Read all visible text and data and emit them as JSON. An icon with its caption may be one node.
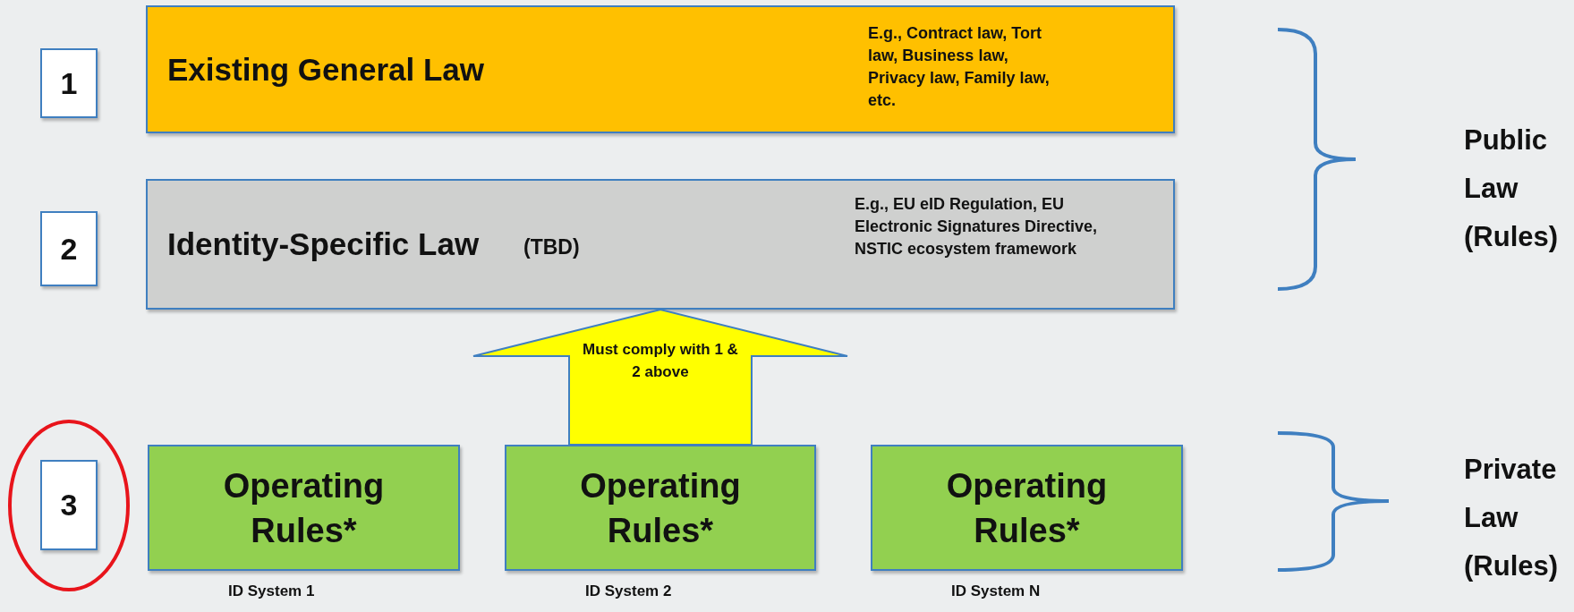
{
  "diagram": {
    "nodes": [
      {
        "text": [
          "1"
        ]
      },
      {
        "text": [
          "Existing General Law",
          "E.g., Contract law, Tort law, Business law, Privacy law, Family law, etc."
        ]
      },
      {
        "text": [
          "2"
        ]
      },
      {
        "text": [
          "Identity-Specific Law",
          "(TBD)",
          "E.g., EU eID Regulation, EU Electronic Signatures Directive, NSTIC ecosystem framework"
        ]
      },
      {
        "text": [
          "3"
        ]
      },
      {
        "text": [
          "Operating Rules*"
        ],
        "beside": [
          "ID System 1"
        ]
      },
      {
        "text": [
          "Operating Rules*"
        ],
        "beside": [
          "ID System 2"
        ]
      },
      {
        "text": [
          "Operating Rules*"
        ],
        "beside": [
          "ID System N"
        ]
      }
    ],
    "edges": [
      {
        "from": 6,
        "to": 3,
        "arrow": "to",
        "label": "Must comply with 1 & 2 above"
      }
    ],
    "labels": [
      "Public Law (Rules)",
      "Private Law (Rules)"
    ]
  }
}
